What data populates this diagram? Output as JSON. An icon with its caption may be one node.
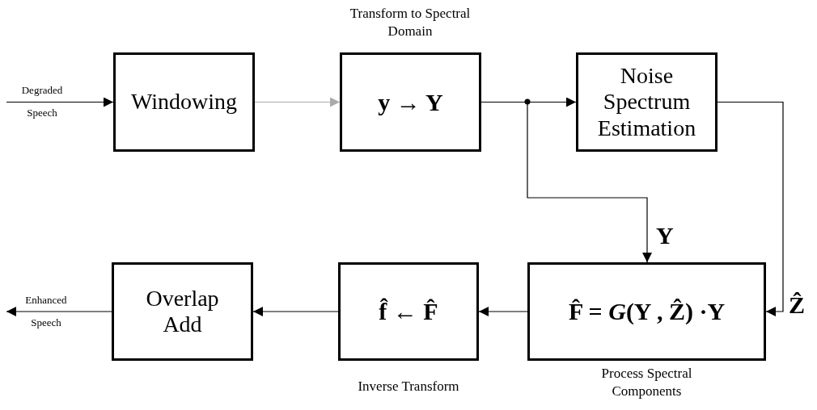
{
  "diagram": {
    "nodes": [
      {
        "text": [
          "Windowing"
        ]
      },
      {
        "text": [
          "y → Y"
        ],
        "beside": [
          "Transform to Spectral Domain"
        ]
      },
      {
        "text": [
          "Noise Spectrum Estimation"
        ]
      },
      {
        "text": [
          "F̂ = *G*(Y , Ẑ) ·Y"
        ],
        "beside": [
          "Process Spectral Components"
        ]
      },
      {
        "text": [
          "f̂ ← F̂"
        ],
        "beside": [
          "Inverse Transform"
        ]
      },
      {
        "text": [
          "Overlap Add"
        ]
      }
    ],
    "edges": [
      {
        "from": null,
        "to": 0,
        "arrow": "to",
        "label": "Degraded Speech"
      },
      {
        "from": 0,
        "to": 1,
        "arrow": "to",
        "color": "#aaaaaa"
      },
      {
        "from": 1,
        "to": 2,
        "arrow": "to"
      },
      {
        "from": 1,
        "to": 3,
        "arrow": "to",
        "label": "Y"
      },
      {
        "from": 2,
        "to": 3,
        "arrow": "to",
        "label": "Ẑ"
      },
      {
        "from": 3,
        "to": 4,
        "arrow": "to"
      },
      {
        "from": 4,
        "to": 5,
        "arrow": "to"
      },
      {
        "from": 5,
        "to": null,
        "arrow": "to",
        "label": "Enhanced Speech"
      }
    ]
  }
}
